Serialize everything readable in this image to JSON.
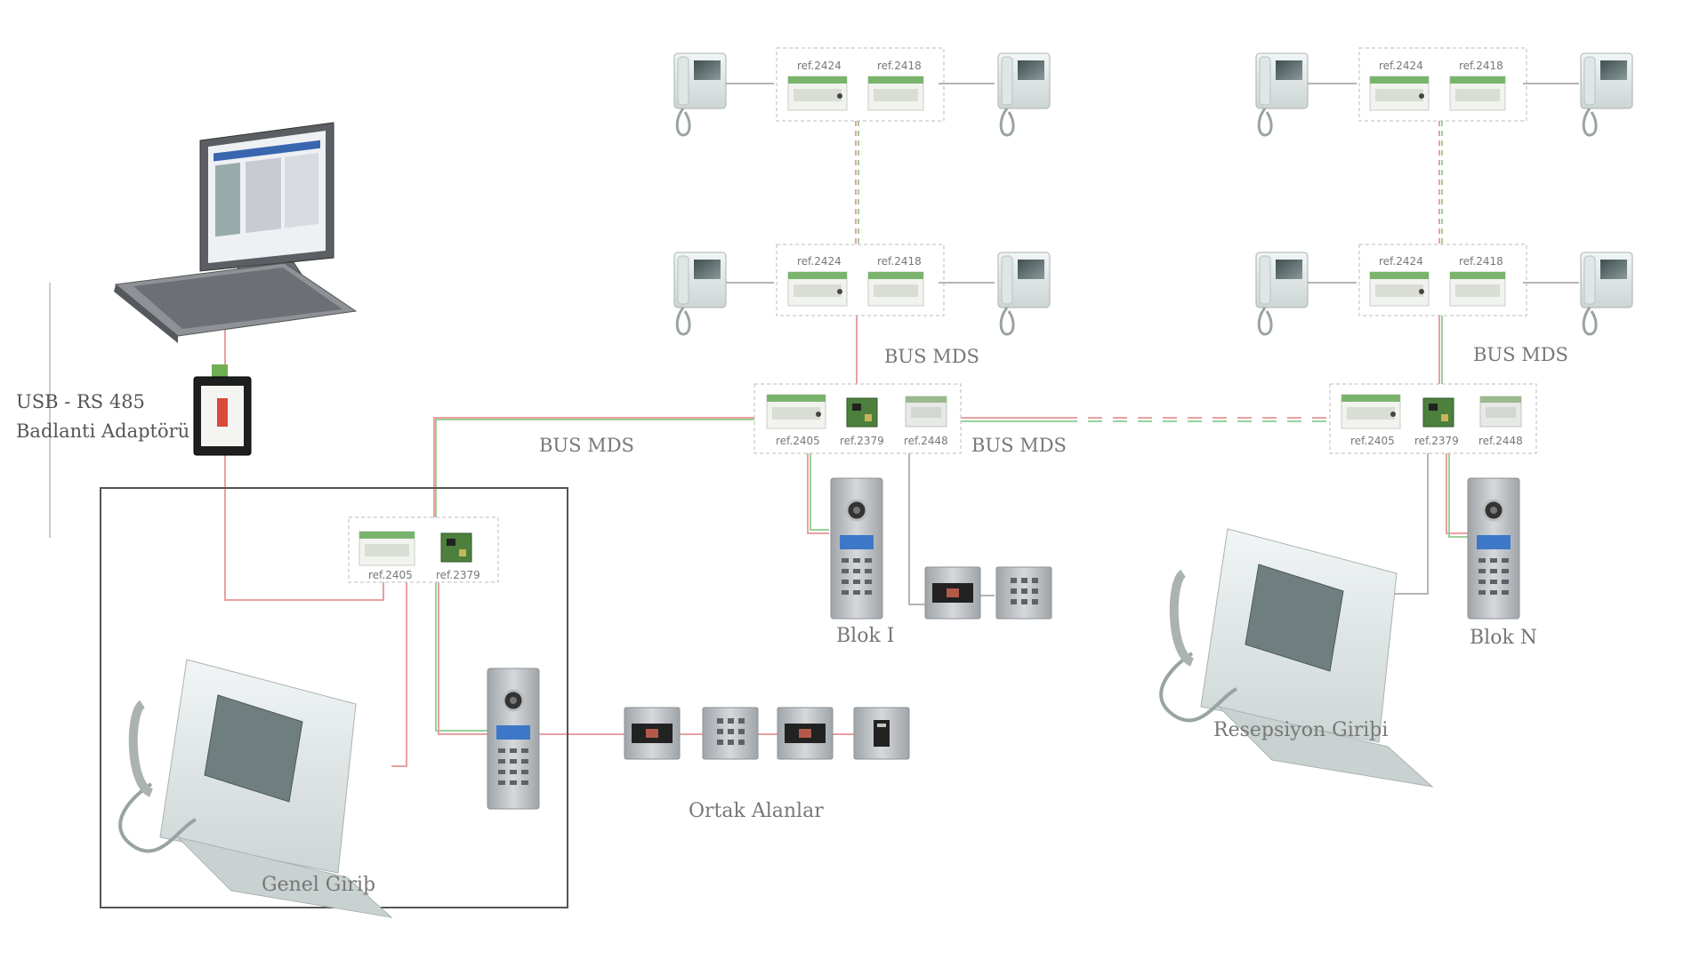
{
  "adapter": {
    "line1": "USB - RS 485",
    "line2": "Badlanti Adaptörü"
  },
  "bus_labels": {
    "left": "BUS MDS",
    "middle": "BUS MDS",
    "block1_vertical": "BUS MDS",
    "blockN_vertical": "BUS MDS"
  },
  "module_refs": {
    "ref2424": "ref.2424",
    "ref2418": "ref.2418",
    "ref2405": "ref.2405",
    "ref2379": "ref.2379",
    "ref2448": "ref.2448"
  },
  "areas": {
    "genel_giris": "Genel Giriþ",
    "ortak_alanlar": "Ortak Alanlar",
    "blok_1": "Blok I",
    "blok_n": "Blok N",
    "resepsiyon": "Resepsiyon Giriþi"
  },
  "colors": {
    "wire_red": "#e8a0a0",
    "wire_green": "#9bd09b",
    "wire_gray": "#b5b5b5",
    "frame": "#555555",
    "device_silver": "#c8cbce",
    "monitor_white": "#e9eeee"
  }
}
